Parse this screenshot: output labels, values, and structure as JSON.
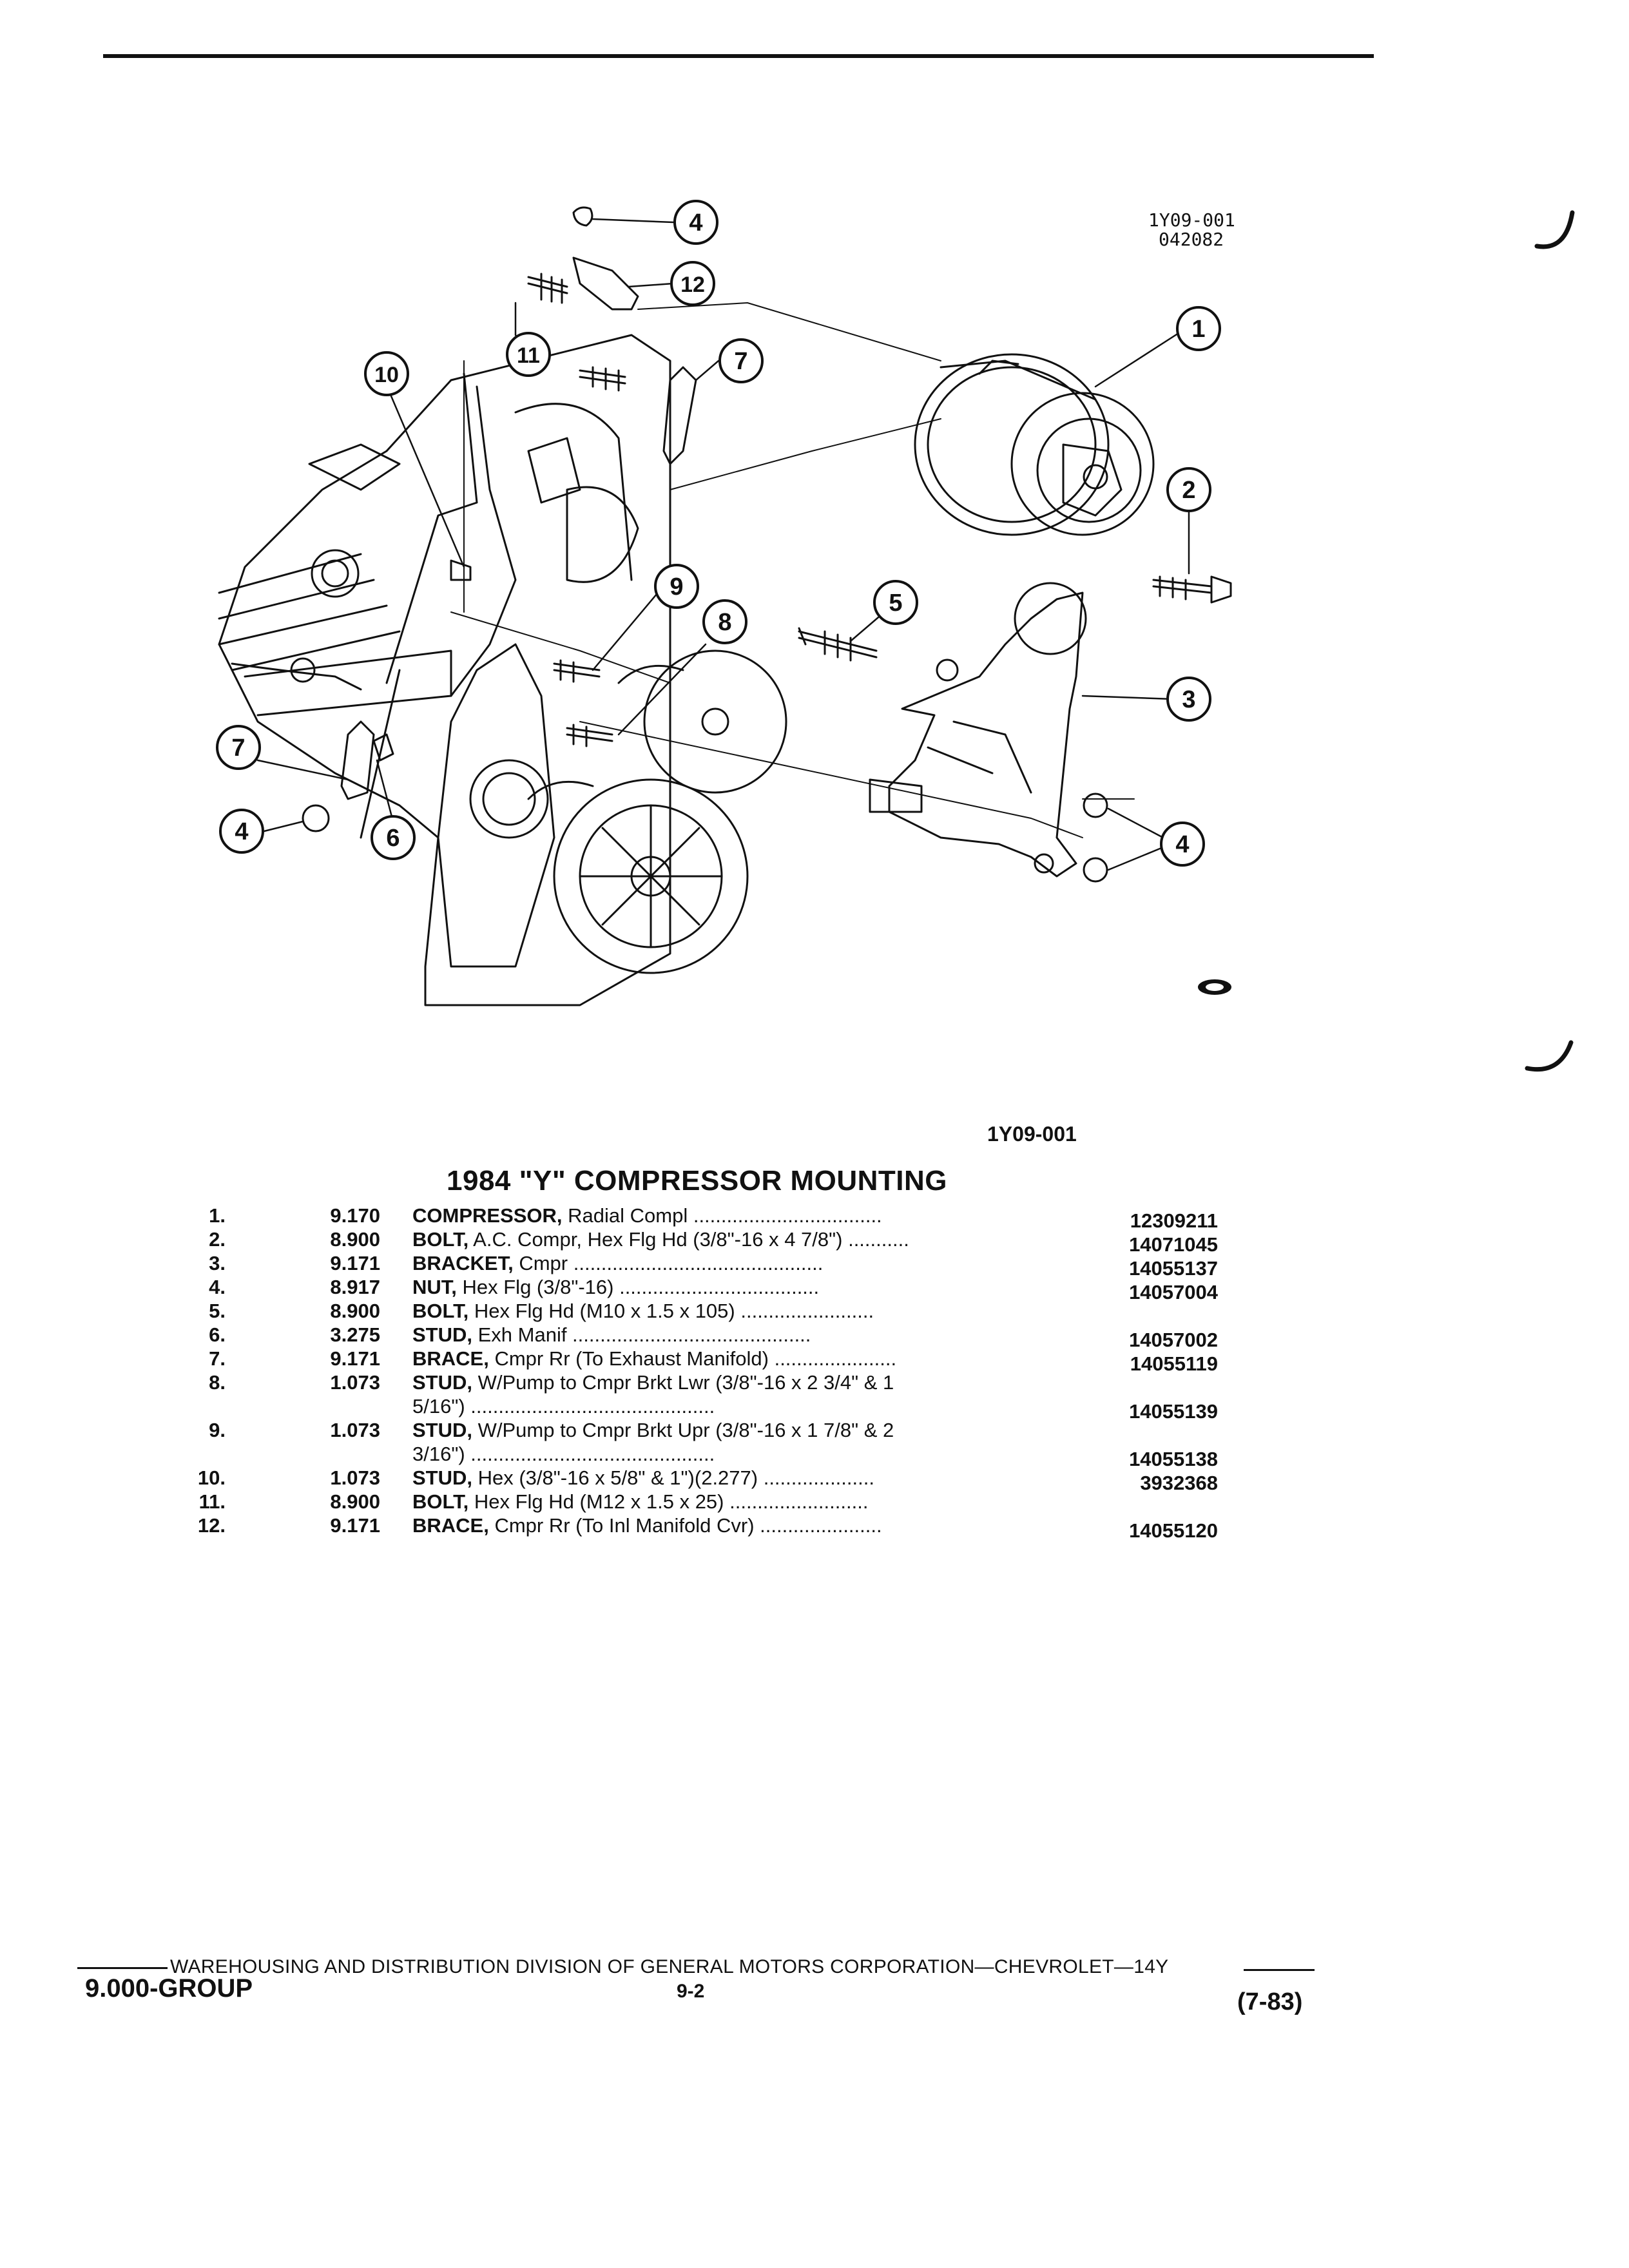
{
  "figure": {
    "code_top": "1Y09-001",
    "code_date": "042082",
    "figure_id": "1Y09-001",
    "callouts": [
      "1",
      "2",
      "3",
      "4",
      "5",
      "6",
      "7",
      "8",
      "9",
      "10",
      "11",
      "12"
    ]
  },
  "title": "1984 \"Y\" COMPRESSOR MOUNTING",
  "parts": [
    {
      "num": "1.",
      "group": "9.170",
      "name": "COMPRESSOR,",
      "desc": " Radial Compl",
      "part_no": "12309211"
    },
    {
      "num": "2.",
      "group": "8.900",
      "name": "BOLT,",
      "desc": " A.C. Compr, Hex Flg Hd (3/8\"-16 x 4 7/8\")",
      "part_no": "14071045"
    },
    {
      "num": "3.",
      "group": "9.171",
      "name": "BRACKET,",
      "desc": " Cmpr",
      "part_no": "14055137"
    },
    {
      "num": "4.",
      "group": "8.917",
      "name": "NUT,",
      "desc": " Hex Flg (3/8\"-16)",
      "part_no": "14057004"
    },
    {
      "num": "5.",
      "group": "8.900",
      "name": "BOLT,",
      "desc": " Hex Flg Hd (M10 x 1.5 x 105)",
      "part_no": ""
    },
    {
      "num": "6.",
      "group": "3.275",
      "name": "STUD,",
      "desc": " Exh Manif",
      "part_no": "14057002"
    },
    {
      "num": "7.",
      "group": "9.171",
      "name": "BRACE,",
      "desc": " Cmpr Rr (To Exhaust Manifold)",
      "part_no": "14055119"
    },
    {
      "num": "8.",
      "group": "1.073",
      "name": "STUD,",
      "desc": " W/Pump to Cmpr Brkt Lwr (3/8\"-16 x 2 3/4\" & 1\n5/16\")",
      "part_no": "14055139"
    },
    {
      "num": "9.",
      "group": "1.073",
      "name": "STUD,",
      "desc": " W/Pump to Cmpr Brkt Upr (3/8\"-16 x 1 7/8\" & 2\n3/16\")",
      "part_no": "14055138"
    },
    {
      "num": "10.",
      "group": "1.073",
      "name": "STUD,",
      "desc": " Hex (3/8\"-16 x 5/8\" & 1\")(2.277)",
      "part_no": "3932368"
    },
    {
      "num": "11.",
      "group": "8.900",
      "name": "BOLT,",
      "desc": " Hex Flg Hd (M12 x 1.5 x 25)",
      "part_no": ""
    },
    {
      "num": "12.",
      "group": "9.171",
      "name": "BRACE,",
      "desc": " Cmpr Rr (To Inl Manifold Cvr)",
      "part_no": "14055120"
    }
  ],
  "footer": {
    "division": "WAREHOUSING AND DISTRIBUTION  DIVISION OF GENERAL MOTORS CORPORATION—CHEVROLET—14Y",
    "group": "9.000-GROUP",
    "page": "9-2",
    "date": "(7-83)"
  }
}
